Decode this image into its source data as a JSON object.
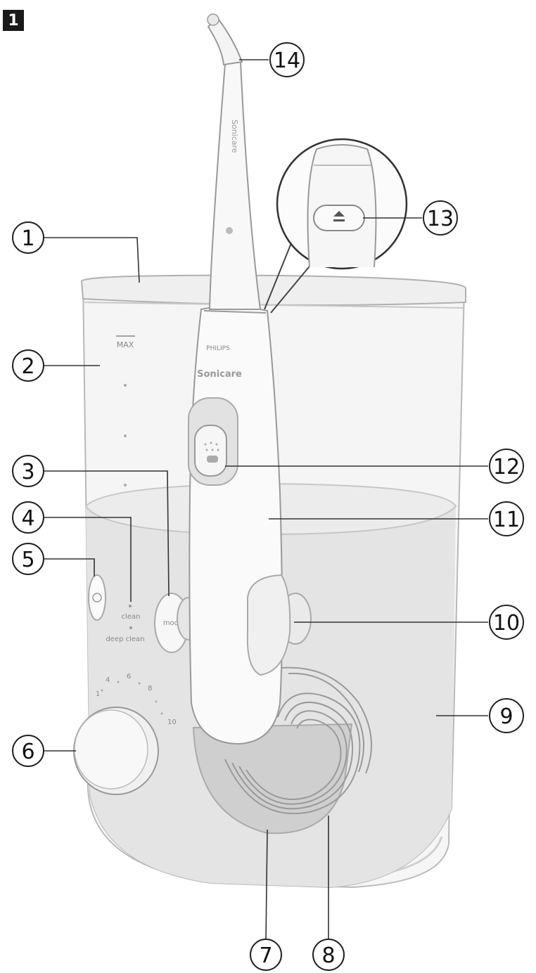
{
  "figure": {
    "number": "1"
  },
  "device": {
    "brand": "PHILIPS",
    "model": "Sonicare",
    "tank_max": "MAX",
    "mode_clean": "clean",
    "mode_deep_clean": "deep clean",
    "mode_button_text": "mode",
    "dial_ticks": [
      "1",
      "4",
      "6",
      "8",
      "10"
    ]
  },
  "callouts": [
    "1",
    "2",
    "3",
    "4",
    "5",
    "6",
    "7",
    "8",
    "9",
    "10",
    "11",
    "12",
    "13",
    "14"
  ],
  "colors": {
    "stroke": "#222222",
    "light": "#d8d8d8",
    "shade": "#bdbdbd",
    "surface": "#f4f4f4"
  }
}
